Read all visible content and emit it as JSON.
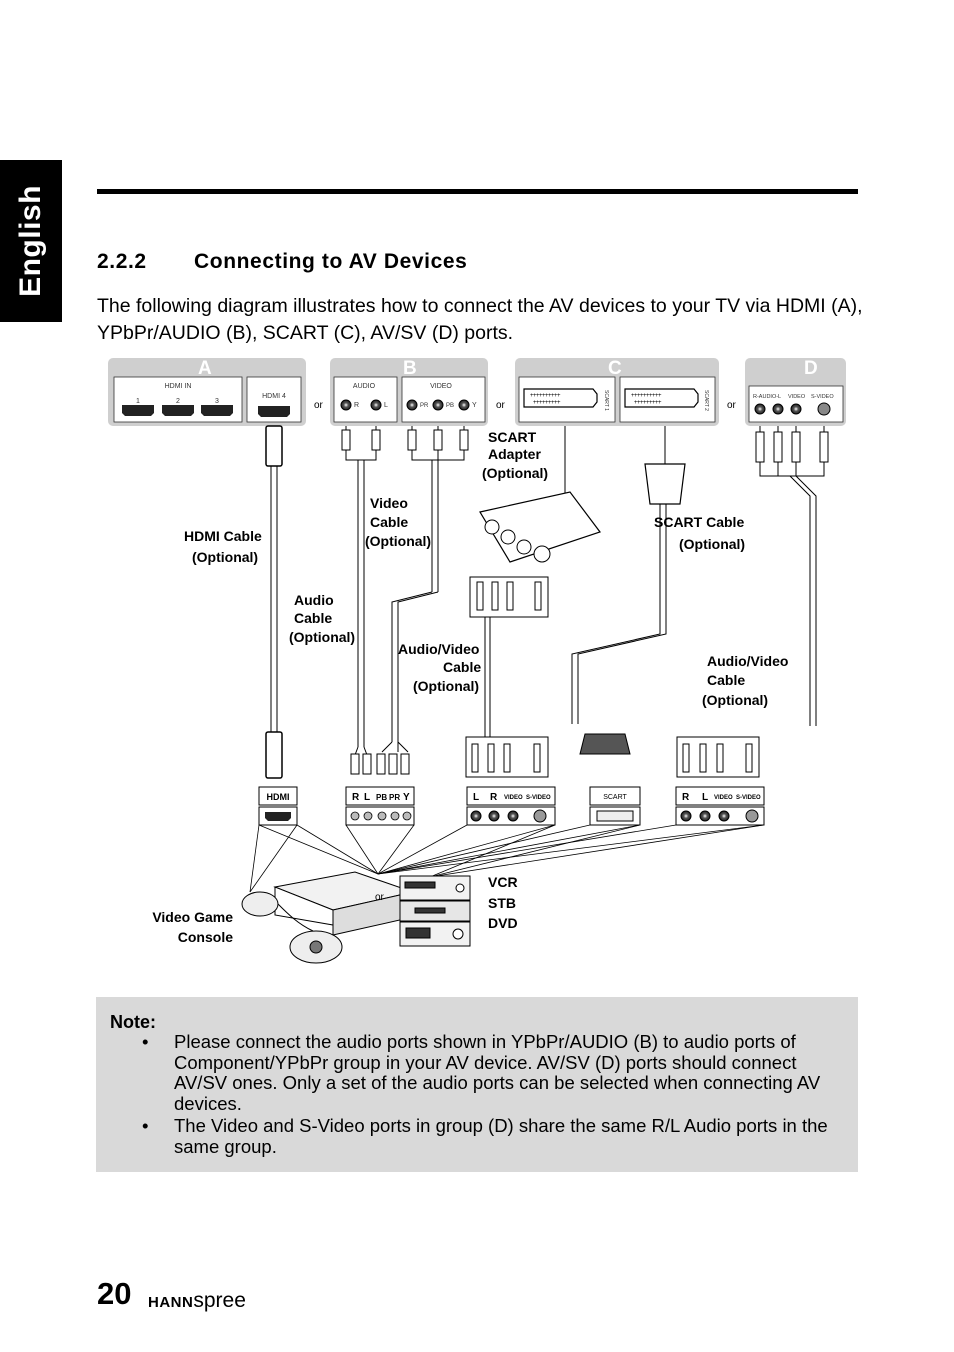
{
  "side_tab": "English",
  "section": {
    "number": "2.2.2",
    "title": "Connecting to AV Devices"
  },
  "intro": "The following diagram illustrates how to connect the AV devices to your TV via HDMI (A), YPbPr/AUDIO (B), SCART (C), AV/SV (D) ports.",
  "panels": {
    "a": {
      "letter": "A",
      "hdmi_in": "HDMI IN",
      "ports": [
        "1",
        "2",
        "3"
      ],
      "hdmi4": "HDMI 4"
    },
    "b": {
      "letter": "B",
      "audio": "AUDIO",
      "video": "VIDEO",
      "audio_ports": [
        "R",
        "L"
      ],
      "video_ports": [
        "PR",
        "PB",
        "Y"
      ]
    },
    "c": {
      "letter": "C",
      "scart1": "SCART 1",
      "scart2": "SCART 2"
    },
    "d": {
      "letter": "D",
      "labels": [
        "R-AUDIO-L",
        "VIDEO",
        "S-VIDEO"
      ]
    },
    "or": "or"
  },
  "cable_labels": {
    "hdmi": [
      "HDMI Cable",
      "(Optional)"
    ],
    "audio": [
      "Audio",
      "Cable",
      "(Optional)"
    ],
    "video": [
      "Video",
      "Cable",
      "(Optional)"
    ],
    "scart_adapter": [
      "SCART",
      "Adapter",
      "(Optional)"
    ],
    "scart_cable": [
      "SCART Cable",
      "(Optional)"
    ],
    "av_left": [
      "Audio/Video",
      "Cable",
      "(Optional)"
    ],
    "av_right": [
      "Audio/Video",
      "Cable",
      "(Optional)"
    ]
  },
  "device_ports": {
    "hdmi": "HDMI",
    "component": [
      "R",
      "L",
      "PB",
      "PR",
      "Y"
    ],
    "av_left": [
      "L",
      "R",
      "VIDEO",
      "S-VIDEO"
    ],
    "scart": "SCART",
    "av_right": [
      "R",
      "L",
      "VIDEO",
      "S-VIDEO"
    ]
  },
  "devices": {
    "console": [
      "Video Game",
      "Console"
    ],
    "or": "or",
    "av": [
      "VCR",
      "STB",
      "DVD"
    ]
  },
  "note": {
    "title": "Note:",
    "bullet": "•",
    "items": [
      "Please connect the audio ports shown in YPbPr/AUDIO (B) to audio ports of Component/YPbPr group in your AV device. AV/SV (D) ports should connect AV/SV ones. Only a set of the audio ports can be selected when connecting AV devices.",
      "The Video and S-Video ports in group (D) share the same R/L Audio ports in the same group."
    ]
  },
  "footer": {
    "page": "20",
    "brand_bold": "HANN",
    "brand_light": "spree"
  }
}
